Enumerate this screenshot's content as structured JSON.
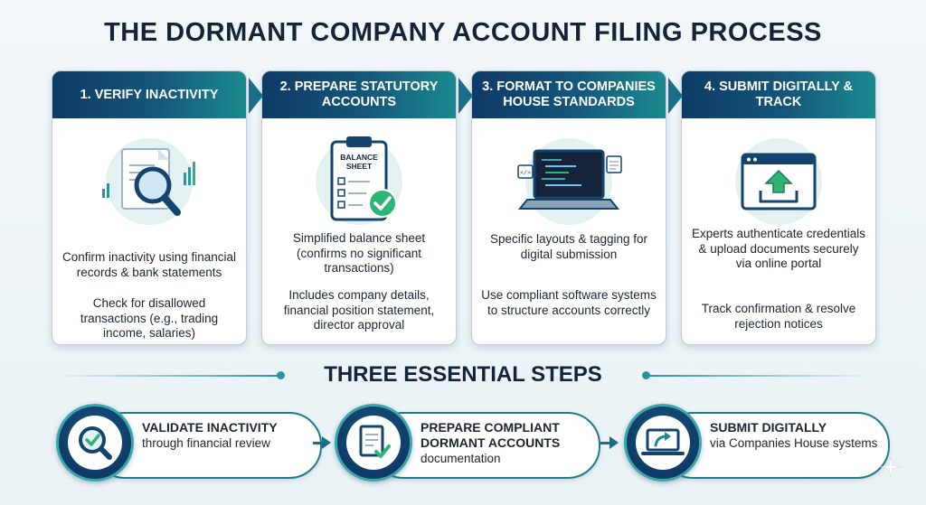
{
  "title": "THE DORMANT COMPANY ACCOUNT FILING PROCESS",
  "cards": [
    {
      "header": "1. VERIFY INACTIVITY",
      "icon": "magnifier-document-icon",
      "text1": "Confirm inactivity using financial records & bank statements",
      "text2": "Check for disallowed transactions (e.g., trading income, salaries)"
    },
    {
      "header": "2. PREPARE STATUTORY ACCOUNTS",
      "icon": "balance-sheet-clipboard-icon",
      "icon_label": "BALANCE SHEET",
      "text1": "Simplified balance sheet (confirms no significant transactions)",
      "text2": "Includes company details, financial position statement, director approval"
    },
    {
      "header": "3. FORMAT TO COMPANIES HOUSE STANDARDS",
      "icon": "laptop-code-icon",
      "text1": "Specific layouts & tagging for digital submission",
      "text2": "Use compliant software systems to structure accounts correctly"
    },
    {
      "header": "4. SUBMIT DIGITALLY & TRACK",
      "icon": "upload-window-icon",
      "text1": "Experts authenticate credentials & upload documents securely via online portal",
      "text2": "Track confirmation & resolve rejection notices"
    }
  ],
  "subtitle": "THREE ESSENTIAL STEPS",
  "steps": [
    {
      "strong": "VALIDATE INACTIVITY",
      "rest": "through financial review",
      "icon": "magnifier-check-icon"
    },
    {
      "strong": "PREPARE COMPLIANT DORMANT ACCOUNTS",
      "rest": "documentation",
      "icon": "document-check-icon"
    },
    {
      "strong": "SUBMIT DIGITALLY",
      "rest": "via Companies House systems",
      "icon": "laptop-upload-icon"
    }
  ],
  "colors": {
    "navy": "#0e3a66",
    "teal": "#1b8a8f",
    "accent": "#2a95a0",
    "green": "#2bb673"
  }
}
